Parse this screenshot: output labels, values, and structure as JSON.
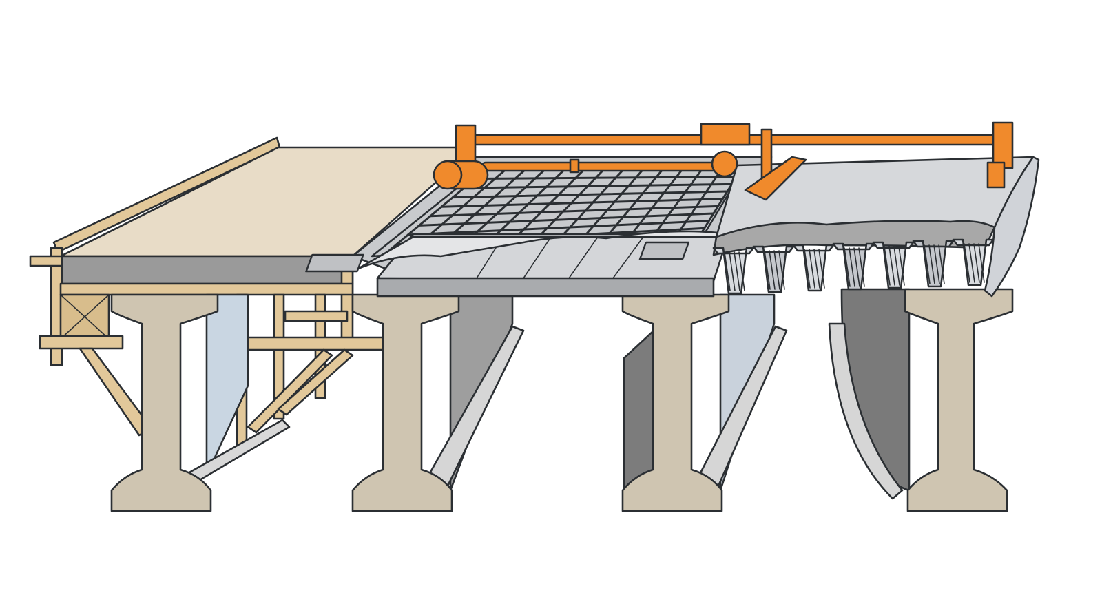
{
  "colors": {
    "background": "#ffffff",
    "outline": "#2b2f33",
    "girder_face": "#cfc5b1",
    "girder_side": "#a9a9a9",
    "girder_inner": "#c9d6e2",
    "timber": "#e2c89a",
    "timber_dark": "#c9a872",
    "formwork_deck": "#e8dcc7",
    "concrete_slab": "#9a9a9a",
    "precast_panel": "#d4d6d9",
    "fresh_concrete": "#cfd2d6",
    "steel_deck": "#d0d3d8",
    "screed_machine": "#f08a2c"
  },
  "illustration": {
    "sections": [
      {
        "id": "timber-formwork",
        "icon": "timber-formwork-icon"
      },
      {
        "id": "rebar-mesh",
        "icon": "rebar-mesh-icon"
      },
      {
        "id": "precast-deck-panels",
        "icon": "precast-panel-icon"
      },
      {
        "id": "corrugated-steel-deck",
        "icon": "steel-deck-icon"
      }
    ],
    "girders": [
      {
        "id": "girder-1"
      },
      {
        "id": "girder-2"
      },
      {
        "id": "girder-3"
      },
      {
        "id": "girder-4"
      }
    ],
    "machine": {
      "id": "screed-finishing-machine",
      "icon": "screed-machine-icon"
    }
  }
}
